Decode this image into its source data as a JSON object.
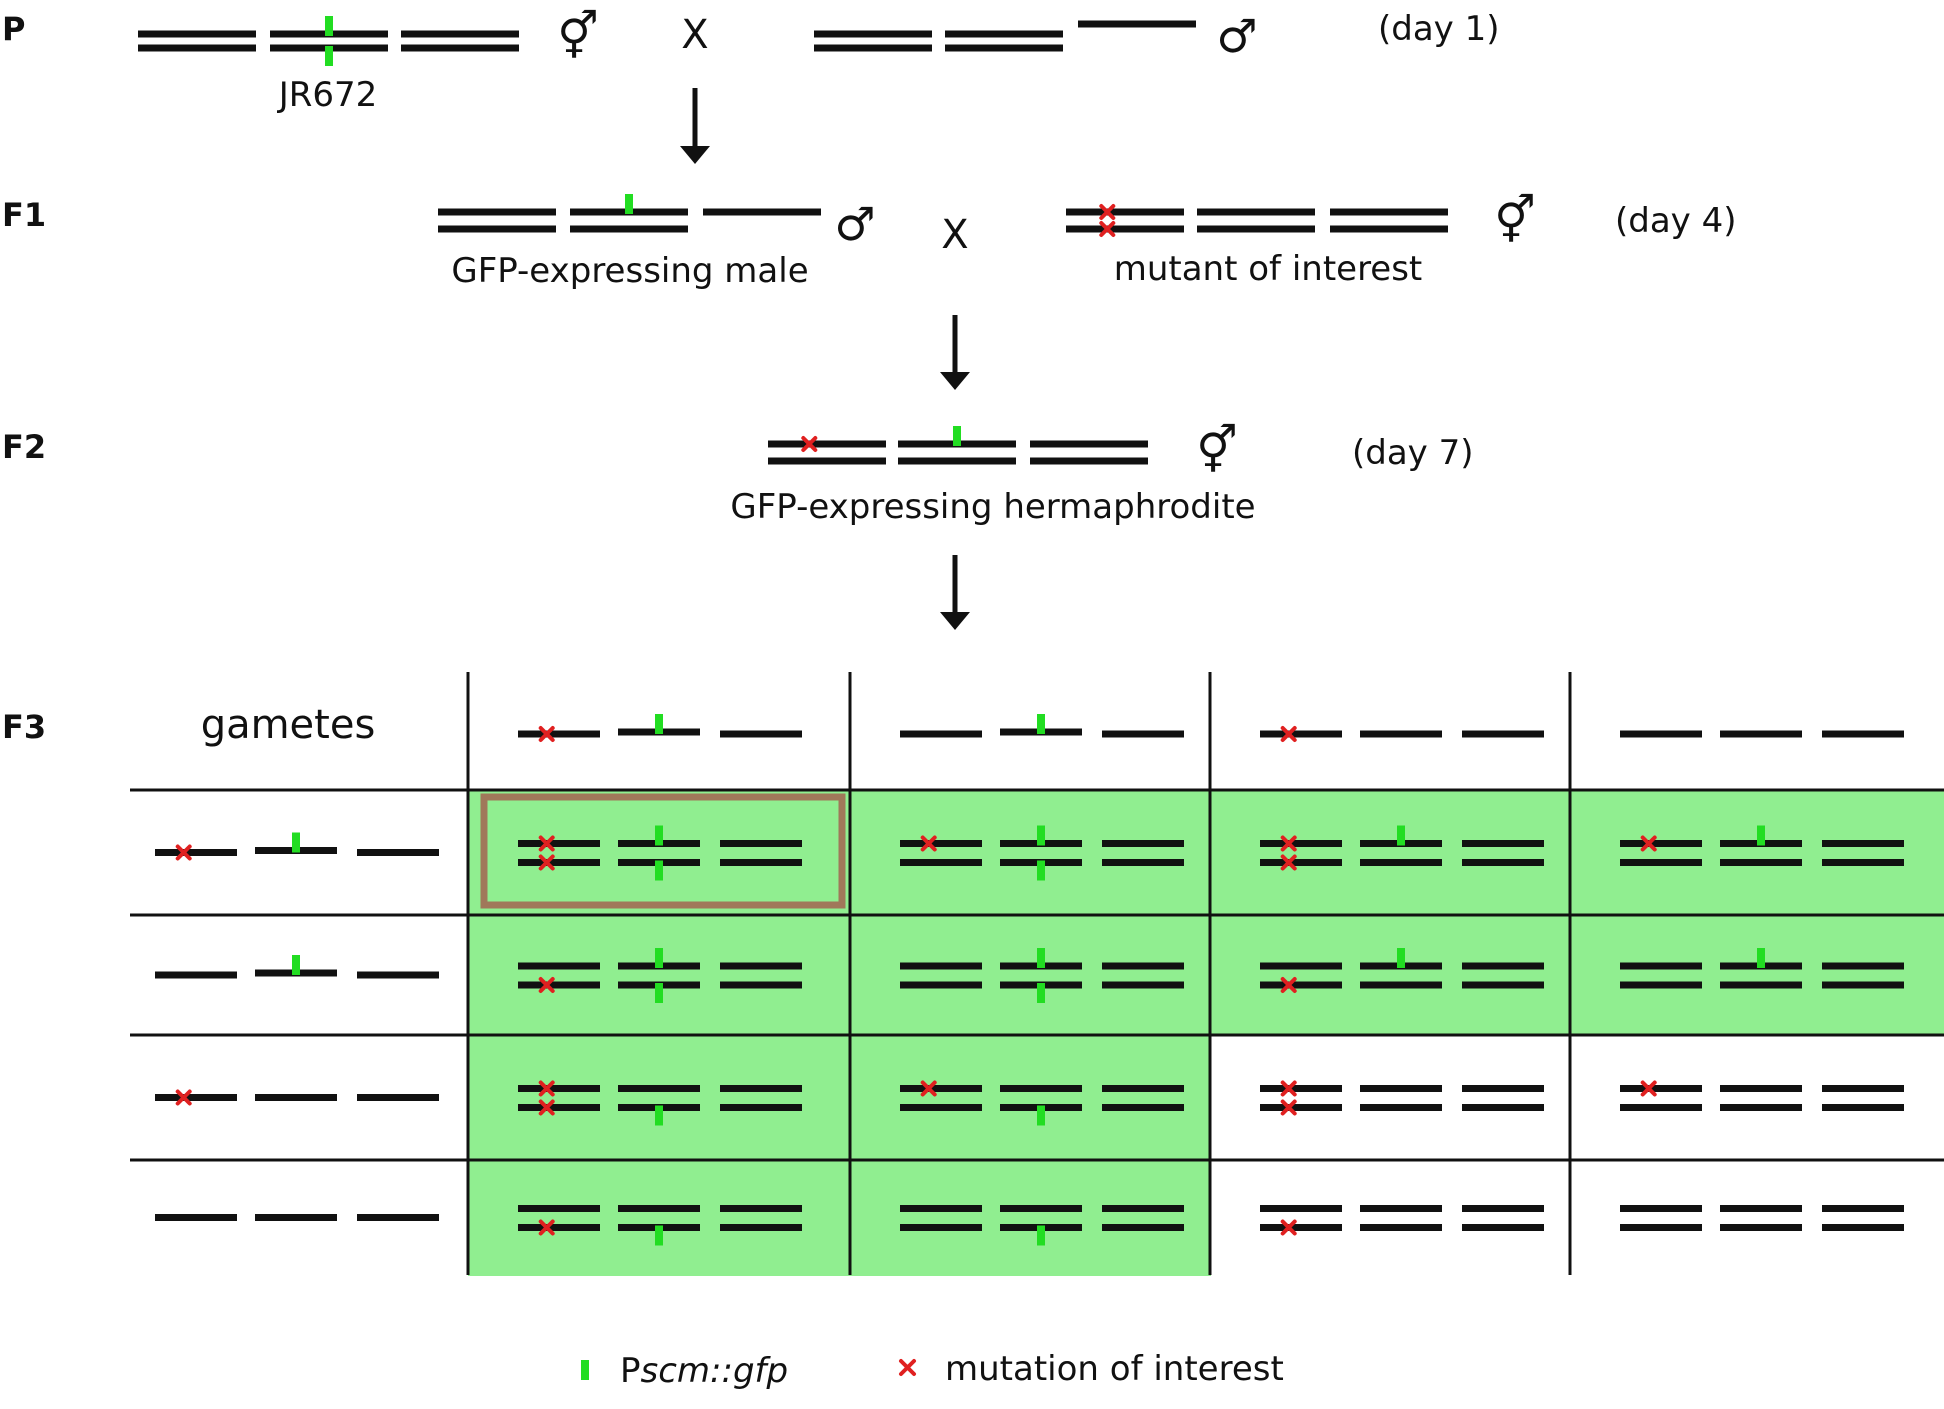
{
  "generations": [
    {
      "label": "P",
      "day": "(day 1)"
    },
    {
      "label": "F1",
      "day": "(day 4)"
    },
    {
      "label": "F2",
      "day": "(day 7)"
    },
    {
      "label": "F3",
      "day": ""
    }
  ],
  "p_row": {
    "left_label": "JR672",
    "left_sex_symbol": "⚥",
    "cross_symbol": "X",
    "right_sex_symbol": "♂"
  },
  "f1_row": {
    "left_label": "GFP-expressing male",
    "left_sex_symbol": "♂",
    "cross_symbol": "X",
    "right_label": "mutant of interest",
    "right_sex_symbol": "⚥"
  },
  "f2_row": {
    "label": "GFP-expressing hermaphrodite",
    "sex_symbol": "⚥"
  },
  "punnett": {
    "corner_label": "gametes",
    "highlighted_cell": "row 1, column 1",
    "column_gametes": [
      {
        "chr1": "mutation",
        "chr2": "gfp",
        "chr3": "wild-type"
      },
      {
        "chr1": "wild-type",
        "chr2": "gfp",
        "chr3": "wild-type"
      },
      {
        "chr1": "mutation",
        "chr2": "wild-type",
        "chr3": "wild-type"
      },
      {
        "chr1": "wild-type",
        "chr2": "wild-type",
        "chr3": "wild-type"
      }
    ],
    "row_gametes": [
      {
        "chr1": "mutation",
        "chr2": "gfp",
        "chr3": "wild-type"
      },
      {
        "chr1": "wild-type",
        "chr2": "gfp",
        "chr3": "wild-type"
      },
      {
        "chr1": "mutation",
        "chr2": "wild-type",
        "chr3": "wild-type"
      },
      {
        "chr1": "wild-type",
        "chr2": "wild-type",
        "chr3": "wild-type"
      }
    ],
    "green_cells": [
      [
        1,
        1,
        1,
        1
      ],
      [
        1,
        1,
        1,
        1
      ],
      [
        1,
        1,
        0,
        0
      ],
      [
        1,
        1,
        0,
        0
      ]
    ]
  },
  "legend": {
    "gfp_prefix": "P",
    "gfp_italic": "scm::gfp",
    "mutation_label": "mutation of interest"
  },
  "colors": {
    "gfp_marker": "#22dd22",
    "mutation_marker": "#e02020",
    "gfp_cell_fill": "#90ee90",
    "highlight_border": "#a0785a",
    "chromosome": "#111111"
  }
}
